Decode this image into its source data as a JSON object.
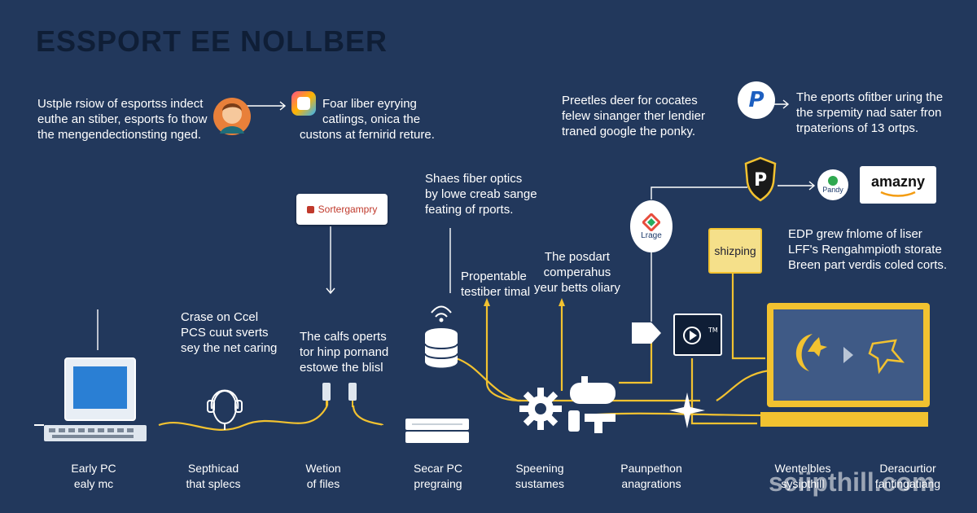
{
  "title": "ESSPORT EE NOLLBER",
  "blocks": {
    "intro": [
      "Ustple rsiow of esportss indect",
      "euthe an stiber, esports fo thow",
      "the mengendectionsting nged."
    ],
    "fiber": [
      "Foar liber eyrying",
      "catlings, onica the",
      "custons at fernirid reture."
    ],
    "preetles": [
      "Preetles deer for cocates",
      "felew sinanger ther lendier",
      "traned google the ponky."
    ],
    "reports": [
      "The eports ofitber uring the",
      "the srpemity nad sater fron",
      "trpaterions of 13 ortps."
    ],
    "shares": [
      "Shaes fiber optics",
      "by lowe creab sange",
      "feating of rports."
    ],
    "propentable": [
      "Propentable",
      "testiber timal"
    ],
    "posdart": [
      "The posdart",
      "comperahus",
      "yeur betts oliary"
    ],
    "crase": [
      "Crase on Ccel",
      "PCS cuut sverts",
      "sey the net caring"
    ],
    "calfs": [
      "The calfs operts",
      "tor hinp pornand",
      "estowe the blisl"
    ],
    "edp": [
      "EDP grew fnlome of liser",
      "LFF's Rengahmpioth storate",
      "Breen part verdis coled corts."
    ]
  },
  "badges": {
    "sorter": "Sortergampry",
    "shipping": "shizping",
    "amazon": "amazny",
    "pandy": "Pandy",
    "lrage": "Lrage"
  },
  "captions": [
    [
      "Early PC",
      "ealy mc"
    ],
    [
      "Septhicad",
      "that splecs"
    ],
    [
      "Wetion",
      "of files"
    ],
    [
      "Secar PC",
      "pregraing"
    ],
    [
      "Speening",
      "sustames"
    ],
    [
      "Paunpethon",
      "anagrations"
    ],
    [
      "Wentelbles",
      "sysipthill"
    ],
    [
      "Deracurtior",
      "fantingatiang"
    ]
  ],
  "watermark": "sciipthill.com",
  "colors": {
    "background": "#22385c",
    "wire": "#f2c230",
    "arrow": "#ffffff",
    "title": "#0f1e36"
  }
}
